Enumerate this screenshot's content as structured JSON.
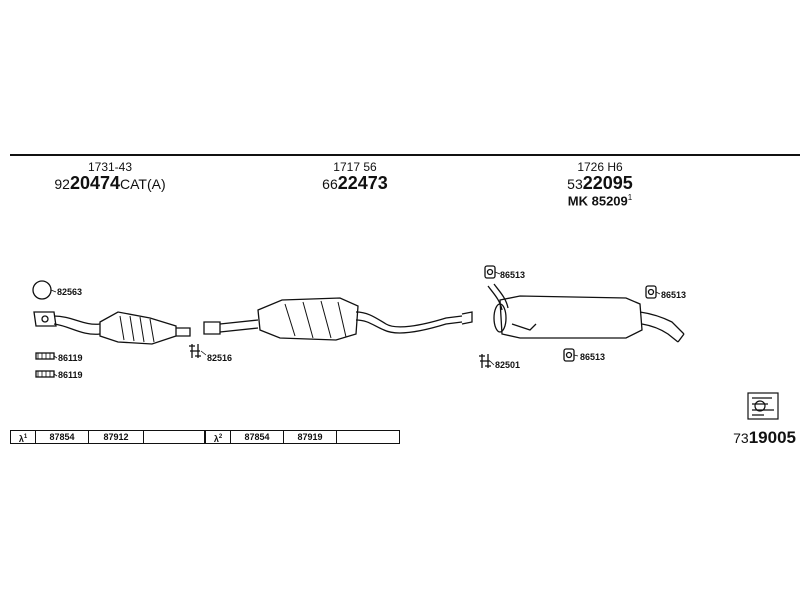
{
  "groups": [
    {
      "code": "1731-43",
      "prefix": "92",
      "number": "20474",
      "suffix": "CAT(A)"
    },
    {
      "code": "1717 56",
      "prefix": "66",
      "number": "22473",
      "suffix": ""
    },
    {
      "code": "1726 H6",
      "prefix": "53",
      "number": "22095",
      "suffix": "",
      "mk": "MK  85209",
      "mk_sup": "1"
    }
  ],
  "labels": {
    "ring": "82563",
    "clamp_a": "86119",
    "clamp_b": "86119",
    "mid_clamp": "82516",
    "hanger_top": "86513",
    "hanger_right": "86513",
    "hanger_bottom": "86513",
    "rear_clamp": "82501"
  },
  "lambda_boxes": [
    {
      "symbol": "λ",
      "sup": "1",
      "cells": [
        "87854",
        "87912",
        ""
      ]
    },
    {
      "symbol": "λ",
      "sup": "2",
      "cells": [
        "87854",
        "87919",
        ""
      ]
    }
  ],
  "footer": {
    "prefix": "73",
    "number": "19005"
  }
}
